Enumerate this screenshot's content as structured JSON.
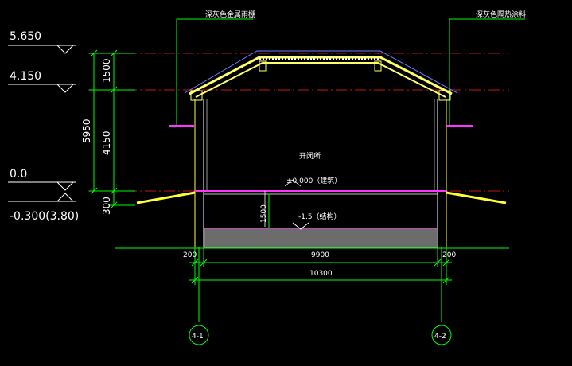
{
  "elevations": {
    "e5650": "5.650",
    "e4150": "4.150",
    "e0": "0.0",
    "eneg": "-0.300(3.80)"
  },
  "vertical_dims": {
    "total": "5950",
    "d1500": "1500",
    "d4150": "4150",
    "d300": "300"
  },
  "annotations": {
    "left_top": "深灰色金属雨棚",
    "right_top": "深灰色隔热涂料",
    "room": "开闭所",
    "floor": "±0.000（建筑）",
    "pit": "-1.5（结构）",
    "pit_dim": "1500"
  },
  "horizontal_dims": {
    "left_wall": "200",
    "inner": "9900",
    "right_wall": "200",
    "total": "10300"
  },
  "axes": {
    "left": "4-1",
    "right": "4-2"
  },
  "colors": {
    "background": "#000000",
    "green": "#00ff00",
    "red": "#ff0000",
    "yellow": "#ffff00",
    "magenta": "#ff00ff",
    "white": "#ffffff"
  }
}
